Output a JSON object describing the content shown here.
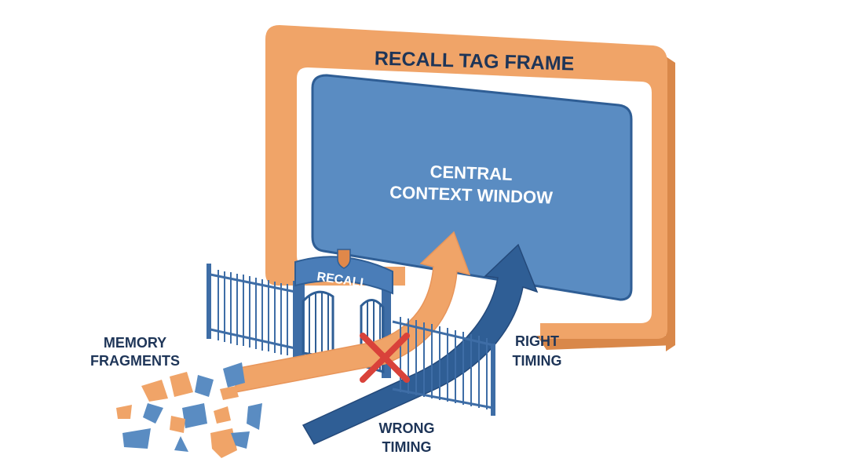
{
  "frame": {
    "title": "RECALL TAG FRAME"
  },
  "window": {
    "line1": "CENTRAL",
    "line2": "CONTEXT WINDOW"
  },
  "gate": {
    "sign": "RECALL"
  },
  "labels": {
    "memory_line1": "MEMORY",
    "memory_line2": "FRAGMENTS",
    "right_line1": "RIGHT",
    "right_line2": "TIMING",
    "wrong_line1": "WRONG",
    "wrong_line2": "TIMING"
  },
  "colors": {
    "orange": "#F0A468",
    "orange_dark": "#D9884A",
    "blue": "#5A8CC2",
    "blue_dark": "#2F5E95",
    "navy": "#1E3558",
    "fence": "#3E6DA6",
    "red": "#D9423A"
  }
}
